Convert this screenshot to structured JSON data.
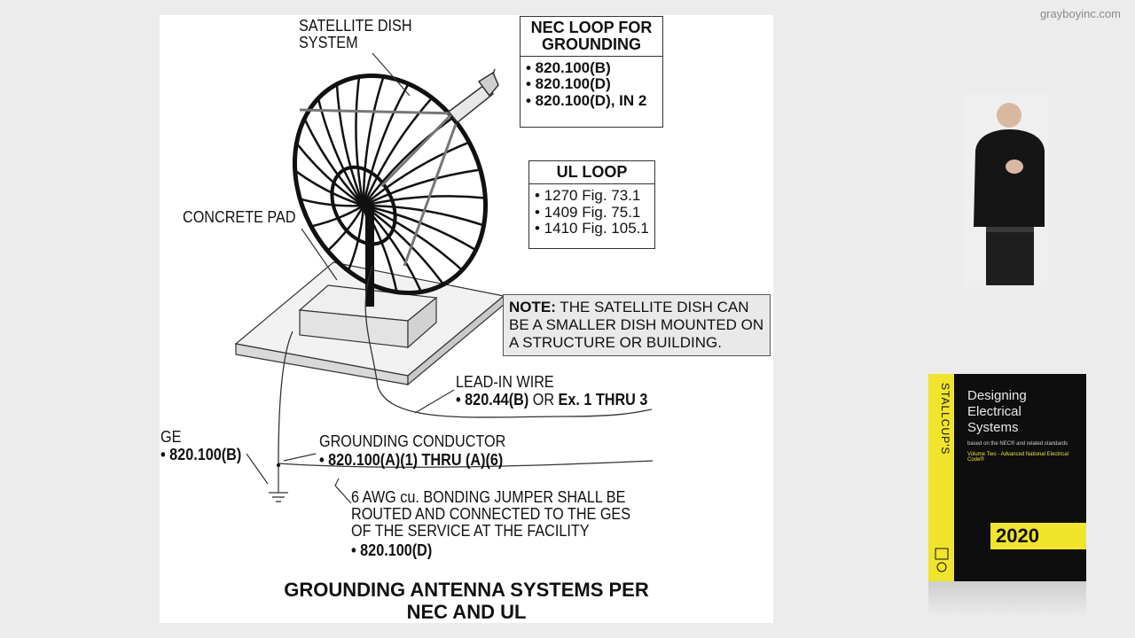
{
  "watermark": "grayboyinc.com",
  "labels": {
    "satellite_dish": [
      "SATELLITE DISH",
      "SYSTEM"
    ],
    "concrete_pad": "CONCRETE PAD",
    "lead_in_wire": "LEAD-IN WIRE",
    "lead_in_ref_a": "• 820.44(B)",
    "lead_in_ref_b": " OR ",
    "lead_in_ref_c": "Ex. 1 THRU 3",
    "ge": "GE",
    "ge_ref": "• 820.100(B)",
    "grounding_conductor": "GROUNDING CONDUCTOR",
    "grounding_conductor_ref": "• 820.100(A)(1) THRU (A)(6)",
    "bonding_jumper": [
      "6 AWG cu. BONDING JUMPER SHALL BE",
      "ROUTED AND CONNECTED TO THE GES",
      "OF THE SERVICE AT THE FACILITY"
    ],
    "bonding_jumper_ref": "• 820.100(D)"
  },
  "nec_box": {
    "title": [
      "NEC LOOP FOR",
      "GROUNDING"
    ],
    "items": [
      "• 820.100(B)",
      "• 820.100(D)",
      "• 820.100(D), IN 2"
    ]
  },
  "ul_box": {
    "title": "UL LOOP",
    "items": [
      "• 1270 Fig. 73.1",
      "• 1409 Fig. 75.1",
      "• 1410 Fig. 105.1"
    ]
  },
  "note": {
    "prefix": "NOTE:",
    "text": " THE SATELLITE DISH CAN BE A SMALLER DISH MOUNTED ON A STRUCTURE OR BUILDING."
  },
  "title": [
    "GROUNDING ANTENNA SYSTEMS PER",
    "NEC AND UL"
  ],
  "book": {
    "spine": "STALLCUP'S",
    "title": [
      "Designing",
      "Electrical",
      "Systems"
    ],
    "subtitle": "based on the NEC® and related standards",
    "volume": "Volume Two - Advanced National Electrical Code®",
    "year": "2020"
  },
  "colors": {
    "background": "#ececec",
    "book_yellow": "#f0e52a",
    "book_black": "#0e0e0e",
    "note_fill": "#e9e9e9"
  }
}
